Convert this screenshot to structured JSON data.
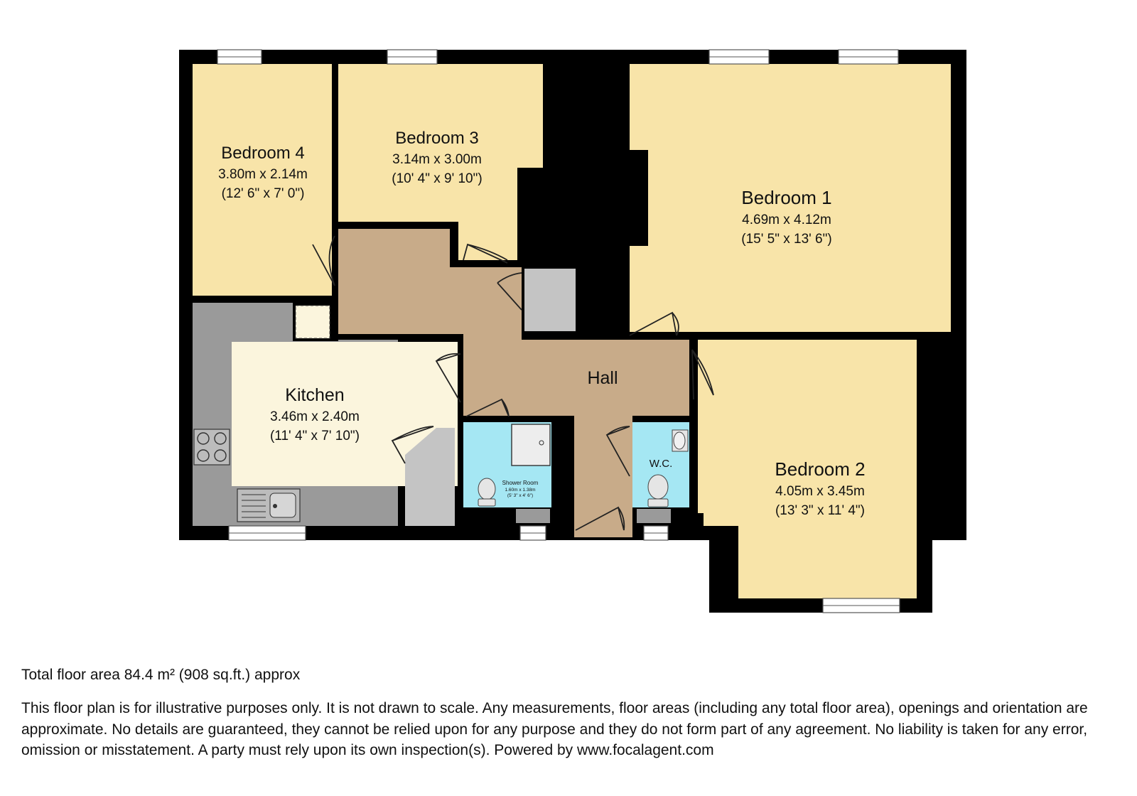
{
  "colors": {
    "bedroom": "#f8e4a9",
    "hall": "#c8ab89",
    "kitchen": "#fbf5dd",
    "wet_room": "#a5e7f3",
    "worktop": "#9a9a9a",
    "cupboard": "#c4c4c4",
    "wall": "#000000"
  },
  "rooms": {
    "bedroom4": {
      "name": "Bedroom 4",
      "dim_m": "3.80m x 2.14m",
      "dim_ft": "(12' 6\" x 7' 0\")"
    },
    "bedroom3": {
      "name": "Bedroom 3",
      "dim_m": "3.14m x 3.00m",
      "dim_ft": "(10' 4\" x 9' 10\")"
    },
    "bedroom1": {
      "name": "Bedroom 1",
      "dim_m": "4.69m x 4.12m",
      "dim_ft": "(15' 5\" x 13' 6\")"
    },
    "bedroom2": {
      "name": "Bedroom 2",
      "dim_m": "4.05m x 3.45m",
      "dim_ft": "(13' 3\" x 11' 4\")"
    },
    "kitchen": {
      "name": "Kitchen",
      "dim_m": "3.46m x 2.40m",
      "dim_ft": "(11' 4\" x 7' 10\")"
    },
    "hall": {
      "name": "Hall"
    },
    "shower": {
      "name": "Shower Room",
      "dim_m": "1.60m x 1.38m",
      "dim_ft": "(5' 3\" x 4' 6\")"
    },
    "wc": {
      "name": "W.C."
    }
  },
  "footer": {
    "total_area": "Total floor area 84.4 m² (908 sq.ft.) approx",
    "disclaimer": "This floor plan is for illustrative purposes only. It is not drawn to scale. Any measurements, floor areas (including any total floor area), openings and orientation are approximate. No details are guaranteed, they cannot be relied upon for any purpose and they do not form part of any agreement. No liability is taken for any error, omission or misstatement. A party must rely upon its own inspection(s). Powered by www.focalagent.com"
  }
}
